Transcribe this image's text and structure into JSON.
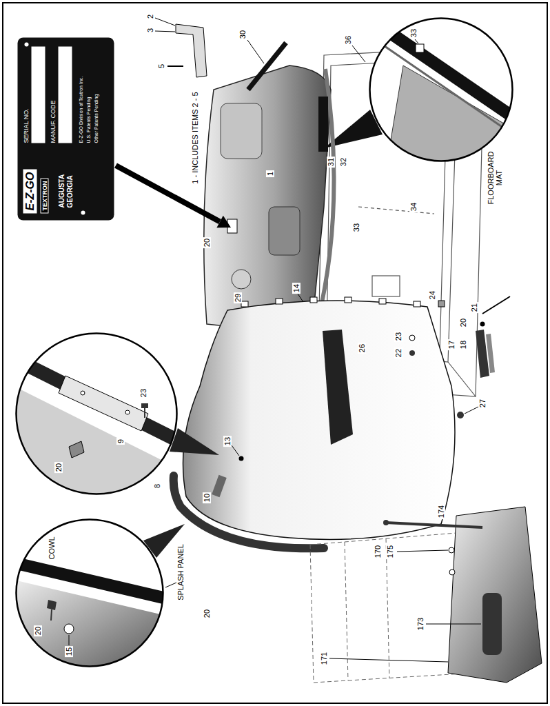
{
  "diagram": {
    "nodes": [
      {
        "text": [
          "E-Z-GO",
          "TEXTRON",
          "SERIAL NO.",
          "MANUF. CODE",
          "AUGUSTA GEORGIA",
          "E-Z-GO Division of Textron Inc.",
          "U.S. Patents Pending",
          "Other Patents Pending"
        ]
      },
      {
        "text": [
          "33"
        ]
      },
      {
        "text": [
          "23",
          "9",
          "20"
        ]
      },
      {
        "text": [
          "COWL",
          "15",
          "20"
        ]
      }
    ],
    "labels": [
      "2",
      "3",
      "5",
      "30",
      "36",
      "FLOORBOARD MAT",
      "31",
      "32",
      "1 - INCLUDES ITEMS 2 - 5",
      "1",
      "20",
      "29",
      "33",
      "34",
      "14",
      "24",
      "21",
      "20",
      "17",
      "18",
      "23",
      "22",
      "26",
      "27",
      "13",
      "8",
      "10",
      "SPLASH PANEL",
      "20",
      "174",
      "170",
      "175",
      "173",
      "171"
    ]
  }
}
